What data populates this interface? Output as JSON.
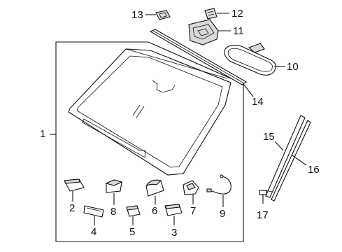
{
  "diagram": {
    "callouts": [
      {
        "id": "1",
        "label": "1"
      },
      {
        "id": "2",
        "label": "2"
      },
      {
        "id": "3",
        "label": "3"
      },
      {
        "id": "4",
        "label": "4"
      },
      {
        "id": "5",
        "label": "5"
      },
      {
        "id": "6",
        "label": "6"
      },
      {
        "id": "7",
        "label": "7"
      },
      {
        "id": "8",
        "label": "8"
      },
      {
        "id": "9",
        "label": "9"
      },
      {
        "id": "10",
        "label": "10"
      },
      {
        "id": "11",
        "label": "11"
      },
      {
        "id": "12",
        "label": "12"
      },
      {
        "id": "13",
        "label": "13"
      },
      {
        "id": "14",
        "label": "14"
      },
      {
        "id": "15",
        "label": "15"
      },
      {
        "id": "16",
        "label": "16"
      },
      {
        "id": "17",
        "label": "17"
      }
    ],
    "colors": {
      "line": "#111111",
      "background": "#ffffff",
      "shade": "#d9d9d9"
    }
  }
}
